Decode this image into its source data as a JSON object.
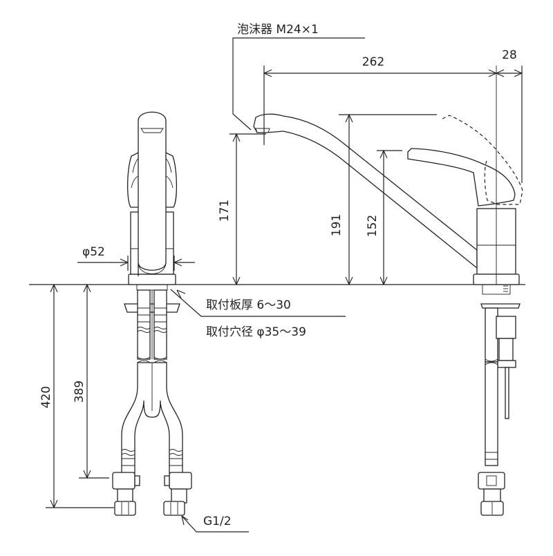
{
  "drawing": {
    "title": "Single-lever kitchen faucet dimensional drawing",
    "line_color": "#231f20",
    "background": "#ffffff"
  },
  "labels": {
    "aerator": "泡沫器 M24×1",
    "mount_thickness": "取付板厚 6〜30",
    "mount_hole": "取付穴径 φ35〜39",
    "connection": "G1/2",
    "body_diameter": "φ52"
  },
  "dimensions": {
    "spout_reach": "262",
    "lever_offset": "28",
    "spout_height": "171",
    "lever_raised_height": "191",
    "lever_height": "152",
    "hose_total_length": "420",
    "hose_to_fitting": "389"
  },
  "views": [
    {
      "name": "front-view",
      "description": "Front elevation with hoses"
    },
    {
      "name": "side-view",
      "description": "Side elevation with spout and lever"
    }
  ]
}
